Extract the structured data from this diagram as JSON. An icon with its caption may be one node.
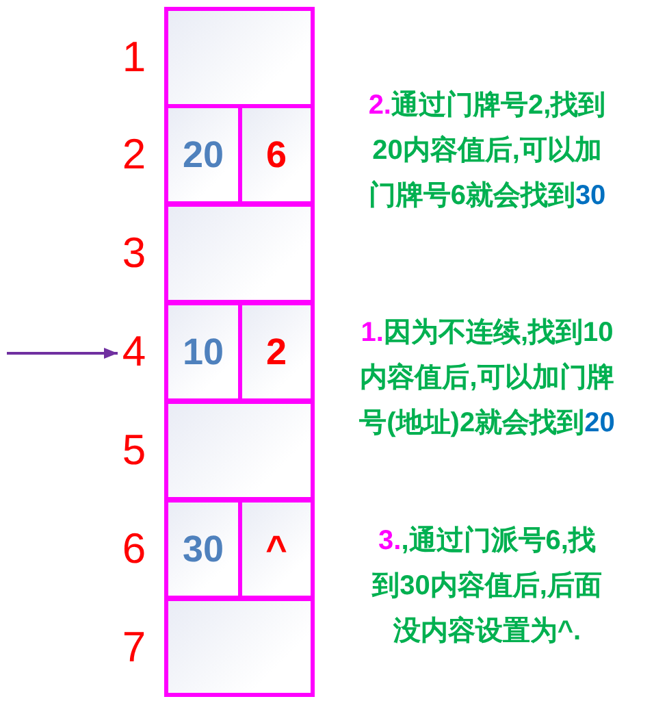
{
  "diagram": {
    "nodes": [
      {
        "text": [],
        "shape": "box",
        "beside": [
          "1"
        ]
      },
      {
        "text": [
          "20"
        ],
        "beside": [
          "2"
        ]
      },
      {
        "text": [
          "6"
        ]
      },
      {
        "text": [],
        "shape": "box",
        "beside": [
          "3"
        ]
      },
      {
        "text": [
          "4"
        ]
      },
      {
        "text": [
          "10"
        ]
      },
      {
        "text": [
          "2"
        ]
      },
      {
        "text": [],
        "shape": "box",
        "beside": [
          "5"
        ]
      },
      {
        "text": [
          "30"
        ],
        "beside": [
          "6"
        ]
      },
      {
        "text": [
          "^"
        ]
      },
      {
        "text": [],
        "shape": "box",
        "beside": [
          "7"
        ]
      }
    ],
    "edges": [
      {
        "from": null,
        "to": 4,
        "arrow": "to"
      }
    ],
    "labels": [
      "2.通过门牌号2,找到20内容值后,可以加门牌号6就会找到30",
      "1.因为不连续,找到10内容值后,可以加门牌号(地址)2就会找到20",
      "3.,通过门派号6,找到30内容值后,后面没内容设置为^."
    ]
  }
}
